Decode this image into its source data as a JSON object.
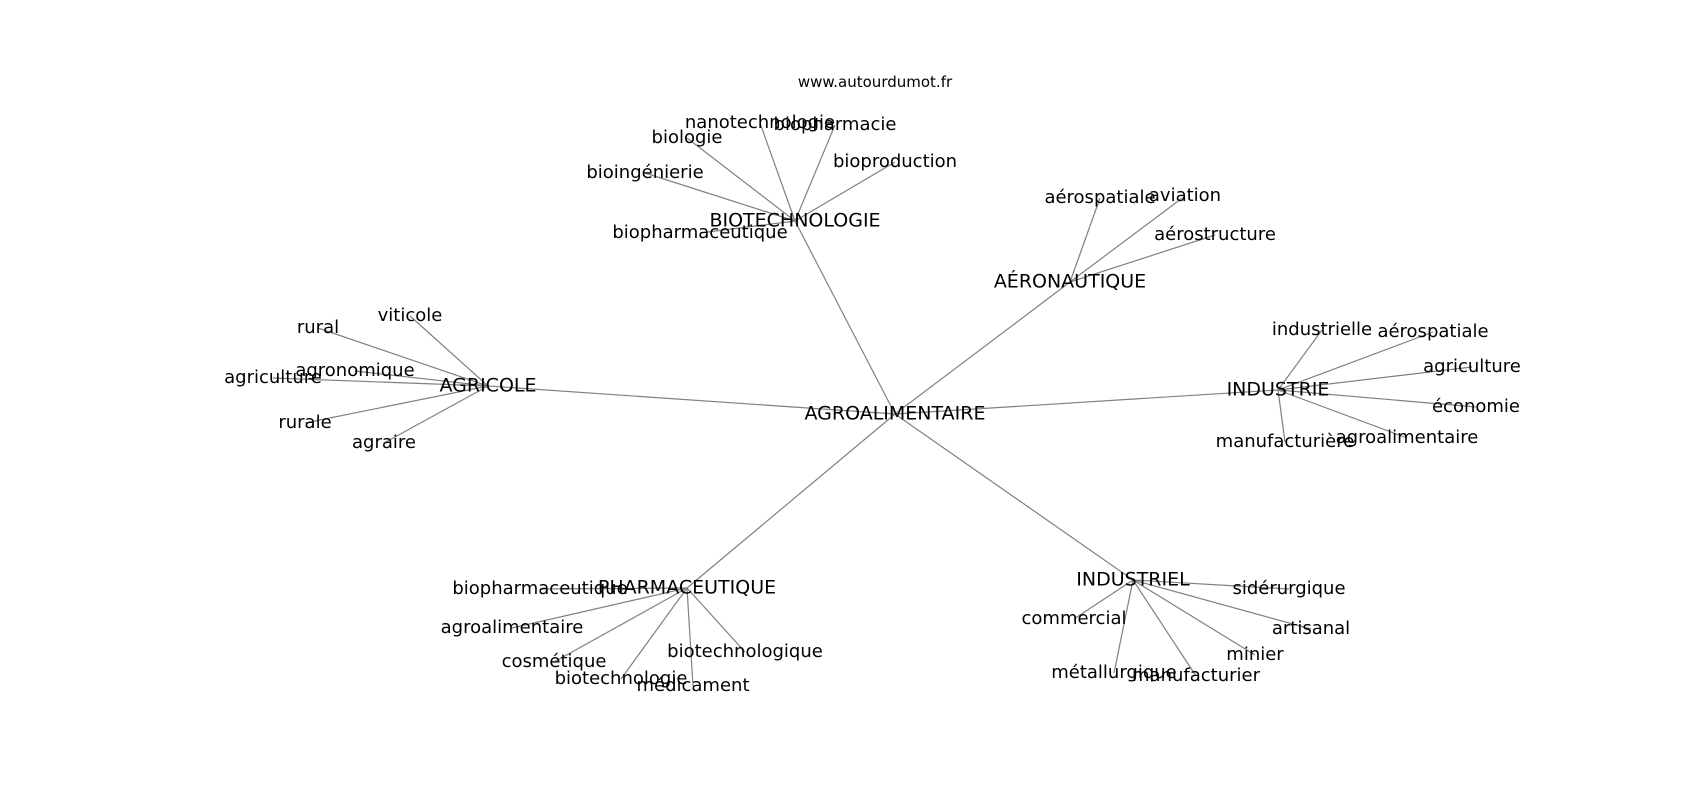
{
  "credit": "www.autourdumot.fr",
  "center": "AGROALIMENTAIRE",
  "hubs": [
    {
      "label": "BIOTECHNOLOGIE",
      "leaves": [
        "nanotechnologie",
        "biopharmacie",
        "biologie",
        "bioproduction",
        "bioingénierie",
        "biopharmaceutique"
      ]
    },
    {
      "label": "AÉRONAUTIQUE",
      "leaves": [
        "aérospatiale",
        "aviation",
        "aérostructure"
      ]
    },
    {
      "label": "AGRICOLE",
      "leaves": [
        "viticole",
        "rural",
        "agronomique",
        "agriculture",
        "rurale",
        "agraire"
      ]
    },
    {
      "label": "INDUSTRIE",
      "leaves": [
        "industrielle",
        "aérospatiale",
        "agriculture",
        "économie",
        "agroalimentaire",
        "manufacturière"
      ]
    },
    {
      "label": "PHARMACEUTIQUE",
      "leaves": [
        "biopharmaceutique",
        "agroalimentaire",
        "cosmétique",
        "biotechnologique",
        "biotechnologie",
        "médicament"
      ]
    },
    {
      "label": "INDUSTRIEL",
      "leaves": [
        "sidérurgique",
        "commercial",
        "artisanal",
        "minier",
        "métallurgique",
        "manufacturier"
      ]
    }
  ]
}
